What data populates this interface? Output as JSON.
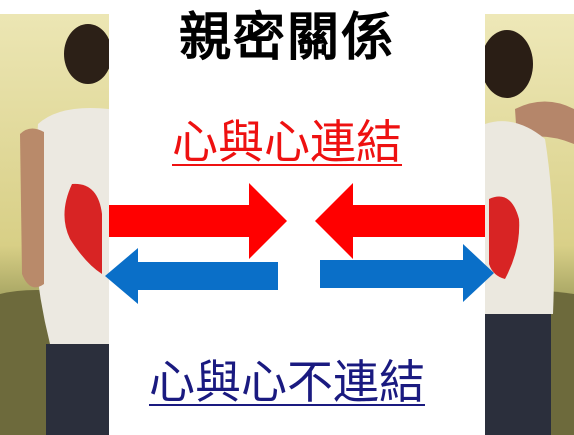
{
  "slide": {
    "title": "親密關係",
    "connected_label": "心與心連結",
    "disconnected_label": "心與心不連結"
  },
  "colors": {
    "title": "#000000",
    "connected": "#ee1111",
    "connected_arrow": "#ff0000",
    "disconnected_text": "#1a1a80",
    "disconnected_arrow": "#0a6fc8"
  },
  "icons": {
    "left_photo": "couple-photo-left-half",
    "right_photo": "couple-photo-right-half",
    "arrow_in_left": "arrow-right-icon",
    "arrow_in_right": "arrow-left-icon",
    "arrow_out_left": "arrow-left-icon",
    "arrow_out_right": "arrow-right-icon"
  }
}
